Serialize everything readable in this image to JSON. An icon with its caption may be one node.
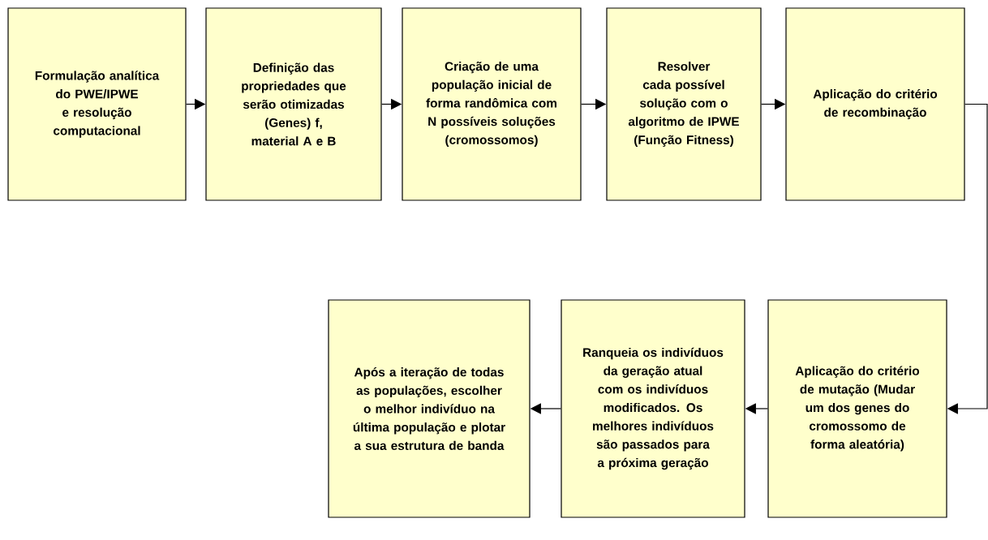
{
  "diagram": {
    "nodes": [
      {
        "text": [
          "Formulação analítica do PWE/IPWE e resolução computacional"
        ]
      },
      {
        "text": [
          "Definição das propriedades que serão otimizadas (Genes) f, material A e B"
        ]
      },
      {
        "text": [
          "Criação de uma população inicial de forma randômica com N possíveis soluções (cromossomos)"
        ]
      },
      {
        "text": [
          "Resolver cada possível solução com o algoritmo de IPWE (Função Fitness)"
        ]
      },
      {
        "text": [
          "Aplicação do critério de recombinação"
        ]
      },
      {
        "text": [
          "Após a iteração de todas as populações, escolher o melhor indivíduo na última população e plotar a sua estrutura de banda"
        ]
      },
      {
        "text": [
          "Ranqueia os indivíduos da geração atual com os indivíduos modificados. Os melhores indivíduos são passados para a próxima geração"
        ]
      },
      {
        "text": [
          "Aplicação do critério de mutação (Mudar um dos genes do cromossomo de forma aleatória)"
        ]
      }
    ],
    "edges": [
      {
        "from": 0,
        "to": 1,
        "arrow": "to"
      },
      {
        "from": 1,
        "to": 2,
        "arrow": "to"
      },
      {
        "from": 2,
        "to": 3,
        "arrow": "to"
      },
      {
        "from": 3,
        "to": 4,
        "arrow": "to"
      },
      {
        "from": 4,
        "to": 7,
        "arrow": "to"
      },
      {
        "from": 7,
        "to": 6,
        "arrow": "to"
      },
      {
        "from": 6,
        "to": 5,
        "arrow": "to"
      }
    ]
  }
}
